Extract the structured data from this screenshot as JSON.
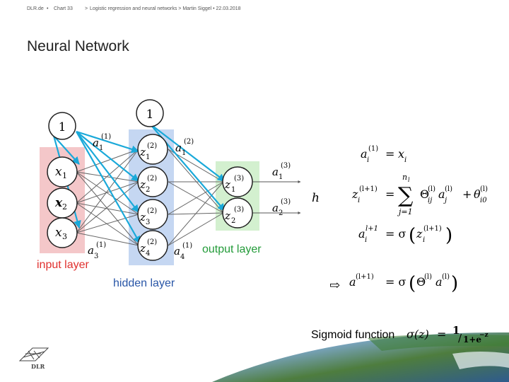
{
  "header": {
    "brand": "DLR.de",
    "sep1": "•",
    "chart": "Chart 33",
    "sep2": ">",
    "breadcrumb": "Logistic regression and neural networks > Martin Siggel • 22.03.2018"
  },
  "title": "Neural Network",
  "network": {
    "bias_left": "1",
    "bias_top": "1",
    "inputs": [
      {
        "base": "x",
        "sub": "1"
      },
      {
        "base": "x",
        "sub": "2"
      },
      {
        "base": "x",
        "sub": "3"
      }
    ],
    "hidden": [
      {
        "base": "z",
        "sub": "1",
        "sup": "(2)"
      },
      {
        "base": "z",
        "sub": "2",
        "sup": "(2)"
      },
      {
        "base": "z",
        "sub": "3",
        "sup": "(2)"
      },
      {
        "base": "z",
        "sub": "4",
        "sup": "(2)"
      }
    ],
    "outputs": [
      {
        "base": "z",
        "sub": "1",
        "sup": "(3)"
      },
      {
        "base": "z",
        "sub": "2",
        "sup": "(3)"
      }
    ],
    "act_labels": [
      {
        "base": "a",
        "sub": "1",
        "sup": "(1)"
      },
      {
        "base": "a",
        "sub": "3",
        "sup": "(1)"
      },
      {
        "base": "a",
        "sub": "1",
        "sup": "(2)"
      },
      {
        "base": "a",
        "sub": "4",
        "sup": "(1)"
      },
      {
        "base": "a",
        "sub": "1",
        "sup": "(3)"
      },
      {
        "base": "a",
        "sub": "2",
        "sup": "(3)"
      }
    ],
    "h_label": "h",
    "input_layer_label": "input layer",
    "hidden_layer_label": "hidden layer",
    "output_layer_label": "output layer"
  },
  "formulas": {
    "f1_lhs": "a",
    "f1_lhs_sub": "i",
    "f1_lhs_sup": "(1)",
    "f1_eq": "=",
    "f1_rhs": "x",
    "f1_rhs_sub": "i",
    "f2_lhs": "z",
    "f2_lhs_sub": "i",
    "f2_lhs_sup": "(l+1)",
    "f2_eq": "=",
    "f2_sum": "∑",
    "f2_sum_top": "n",
    "f2_sum_top_sub": "l",
    "f2_sum_bottom": "j=1",
    "f2_theta": "Θ",
    "f2_theta_sub": "ij",
    "f2_theta_sup": "(l)",
    "f2_a": "a",
    "f2_a_sub": "j",
    "f2_a_sup": "(l)",
    "f2_plus": "+",
    "f2_theta0": "θ",
    "f2_theta0_sub": "i0",
    "f2_theta0_sup": "(l)",
    "f3_lhs": "a",
    "f3_lhs_sub": "i",
    "f3_lhs_sup": "l+1",
    "f3_rhs": "= σ",
    "f3_arg": "z",
    "f3_arg_sub": "i",
    "f3_arg_sup": "(l+1)",
    "f4_arrow": "⇨",
    "f4_lhs": "a",
    "f4_lhs_sup": "(l+1)",
    "f4_rhs": "= σ",
    "f4_theta": "Θ",
    "f4_theta_sup": "(l)",
    "f4_a": "a",
    "f4_a_sup": "(l)"
  },
  "sigmoid": {
    "label": "Sigmoid function",
    "sigma": "σ(z)",
    "eq": "=",
    "num": "1",
    "den": "1+e",
    "den_sup": "−z"
  },
  "logo": {
    "text": "DLR"
  },
  "colors": {
    "input_box": "#f4c7c9",
    "hidden_box": "#c5d7f2",
    "output_box": "#d3f0cf",
    "highlight_edge": "#1aa9d9",
    "edge": "#666666",
    "red_label": "#e0302e",
    "blue_label": "#2956a7",
    "green_label": "#239b39"
  }
}
